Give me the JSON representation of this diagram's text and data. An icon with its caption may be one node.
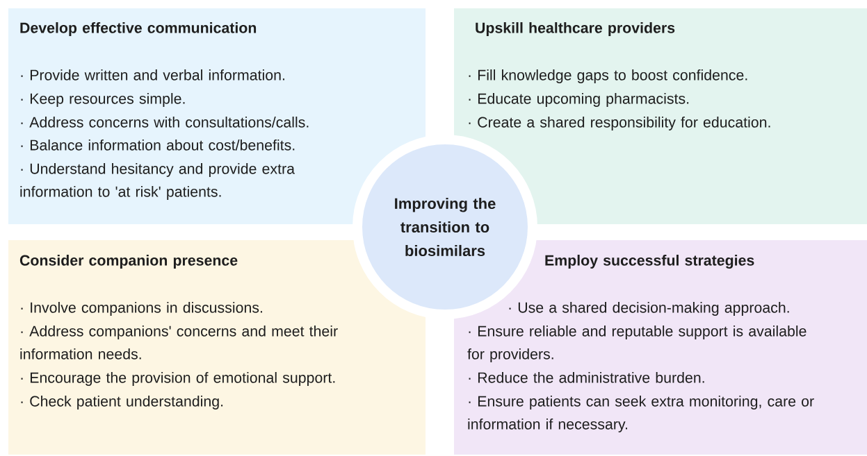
{
  "diagram": {
    "nodes": [
      {
        "text": [
          "Develop effective communication",
          "· Provide written and verbal information.",
          "· Keep resources simple.",
          "· Address concerns with consultations/calls.",
          "· Balance information about cost/benefits.",
          "· Understand hesitancy and provide extra information to 'at risk' patients."
        ]
      },
      {
        "text": [
          "Upskill healthcare providers",
          "· Fill knowledge gaps to boost confidence.",
          "· Educate upcoming pharmacists.",
          "· Create a shared responsibility for education."
        ]
      },
      {
        "text": [
          "Consider companion presence",
          "· Involve companions in discussions.",
          "· Address companions' concerns and meet their information needs.",
          "· Encourage the provision of emotional support.",
          "· Check patient understanding."
        ]
      },
      {
        "text": [
          "Employ successful strategies",
          "· Use a shared decision-making approach.",
          "· Ensure reliable and reputable support is available for providers.",
          "· Reduce the administrative burden.",
          "· Ensure patients can seek extra monitoring, care or information if necessary."
        ]
      },
      {
        "text": [
          "Improving the transition to biosimilars"
        ]
      }
    ],
    "edges": []
  }
}
